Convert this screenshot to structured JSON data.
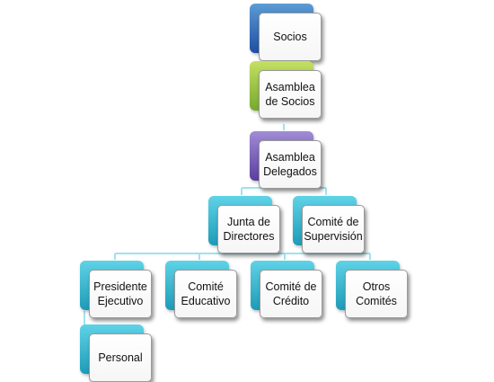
{
  "diagram": {
    "type": "org-chart",
    "nodes": [
      {
        "id": "socios",
        "label": "Socios",
        "color": "#2f65b8"
      },
      {
        "id": "asamblea-socios",
        "label": "Asamblea\nde Socios",
        "color": "#8fbf3c"
      },
      {
        "id": "asamblea-delegados",
        "label": "Asamblea\nDelegados",
        "color": "#6a4fae"
      },
      {
        "id": "junta-directores",
        "label": "Junta de\nDirectores",
        "color": "#2fb1cc"
      },
      {
        "id": "comite-supervision",
        "label": "Comité de\nSupervisión",
        "color": "#2fb1cc"
      },
      {
        "id": "presidente-ejecutivo",
        "label": "Presidente\nEjecutivo",
        "color": "#2fb1cc"
      },
      {
        "id": "comite-educativo",
        "label": "Comité\nEducativo",
        "color": "#2fb1cc"
      },
      {
        "id": "comite-credito",
        "label": "Comité de\nCrédito",
        "color": "#2fb1cc"
      },
      {
        "id": "otros-comites",
        "label": "Otros\nComités",
        "color": "#2fb1cc"
      },
      {
        "id": "personal",
        "label": "Personal",
        "color": "#2fb1cc"
      }
    ],
    "edges": [
      [
        "socios",
        "asamblea-socios"
      ],
      [
        "asamblea-socios",
        "asamblea-delegados"
      ],
      [
        "asamblea-delegados",
        "junta-directores"
      ],
      [
        "asamblea-delegados",
        "comite-supervision"
      ],
      [
        "junta-directores",
        "presidente-ejecutivo"
      ],
      [
        "junta-directores",
        "comite-educativo"
      ],
      [
        "junta-directores",
        "comite-credito"
      ],
      [
        "junta-directores",
        "otros-comites"
      ],
      [
        "presidente-ejecutivo",
        "personal"
      ]
    ]
  }
}
